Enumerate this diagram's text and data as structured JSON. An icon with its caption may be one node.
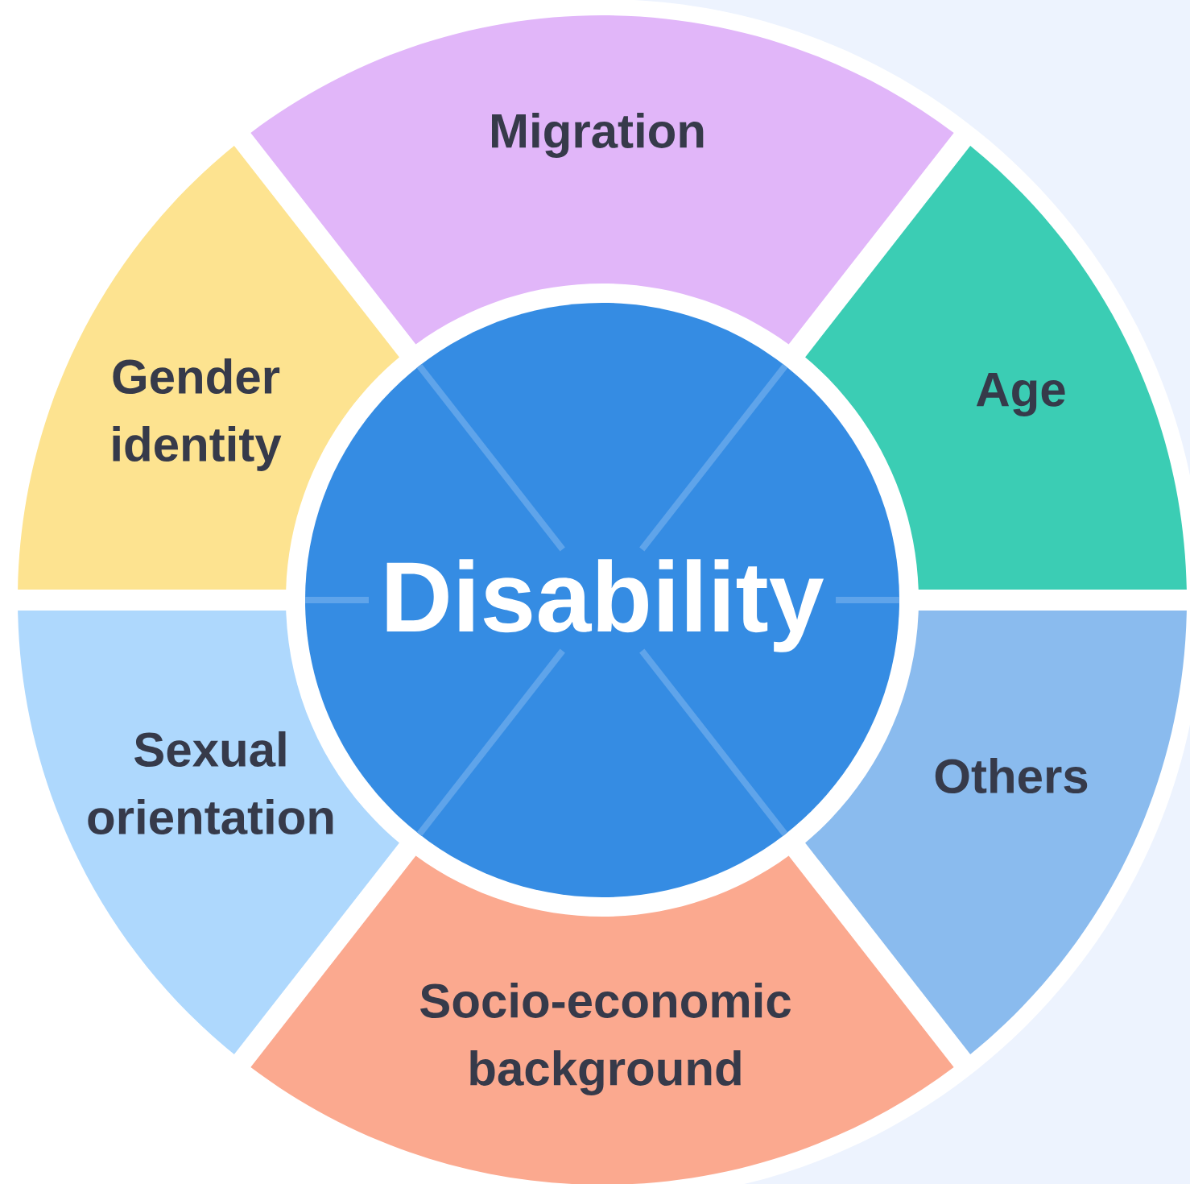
{
  "diagram": {
    "nodes": [
      {
        "text": [
          "Migration"
        ]
      },
      {
        "text": [
          "Gender identity"
        ]
      },
      {
        "text": [
          "Age"
        ]
      },
      {
        "text": [
          "Disability"
        ]
      },
      {
        "text": [
          "Sexual orientation"
        ]
      },
      {
        "text": [
          "Others"
        ]
      },
      {
        "text": [
          "Socio-economic background"
        ]
      }
    ]
  }
}
